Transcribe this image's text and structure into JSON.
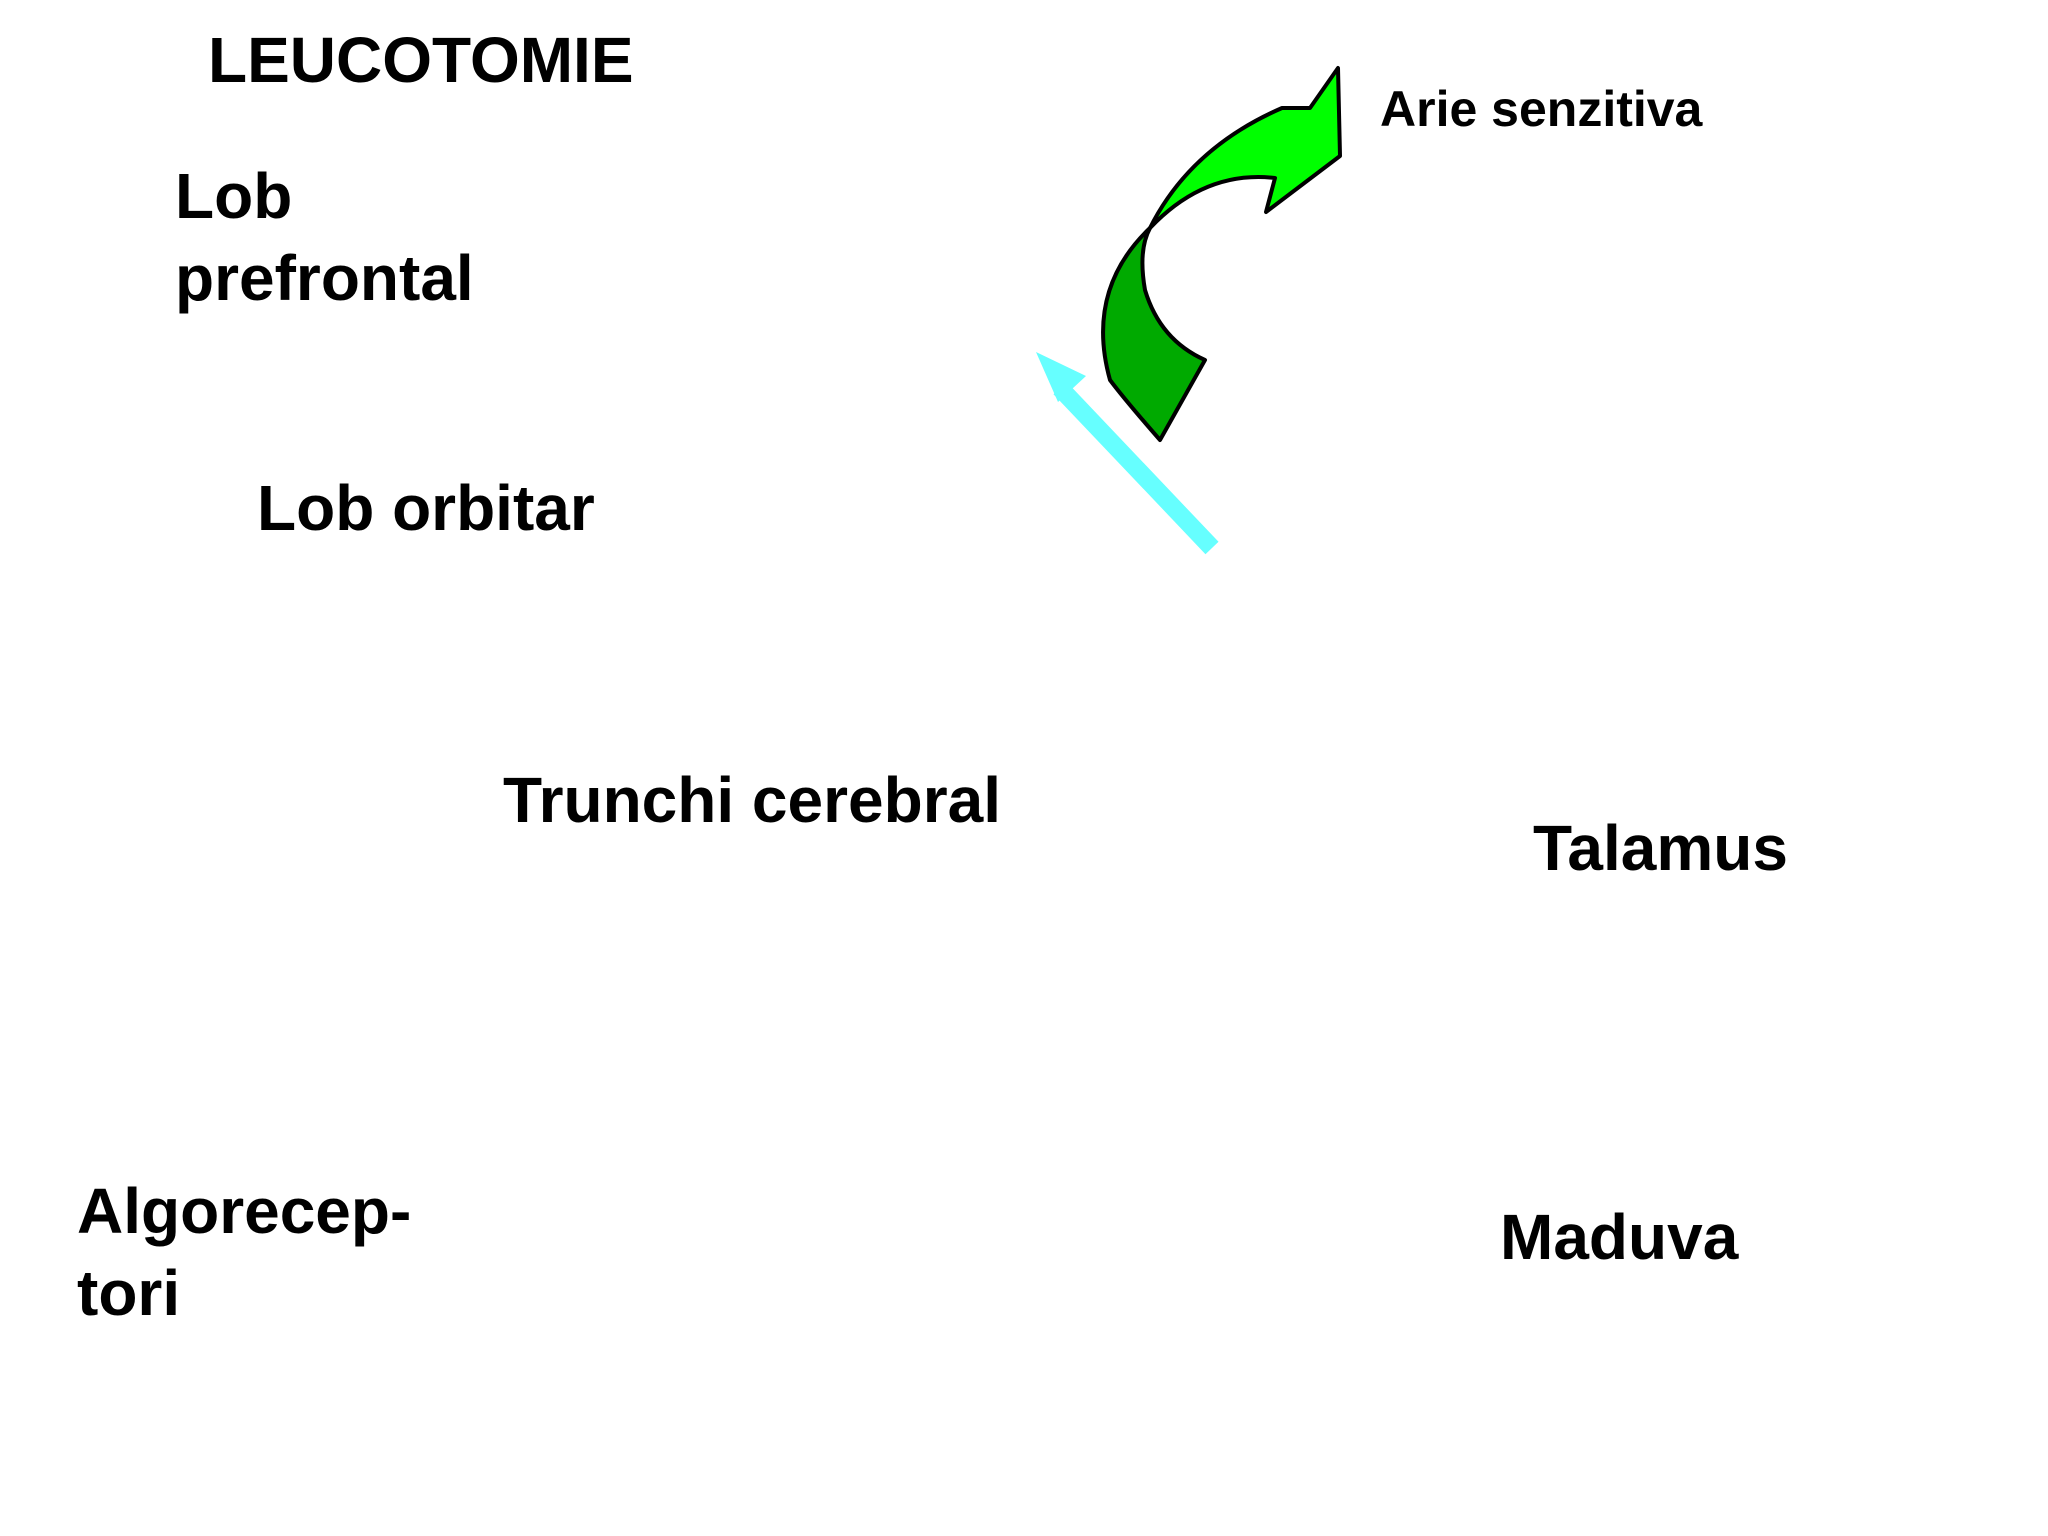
{
  "labels": {
    "title": "LEUCOTOMIE",
    "lob_prefrontal": [
      "Lob",
      "prefrontal"
    ],
    "lob_orbitar": "Lob orbitar",
    "arie_senzitiva": "Arie senzitiva",
    "trunchi_cerebral": "Trunchi cerebral",
    "talamus": "Talamus",
    "algoreceptori": [
      "Algorecep-",
      "tori"
    ],
    "maduva": "Maduva"
  },
  "colors": {
    "text": "#000000",
    "curved_arrow_light": "#00ff00",
    "curved_arrow_dark": "#00aa00",
    "straight_arrow": "#66ffff",
    "outline": "#000000"
  },
  "icons": {
    "curved_arrow": "curved-arrow-icon",
    "straight_arrow": "straight-arrow-icon"
  }
}
